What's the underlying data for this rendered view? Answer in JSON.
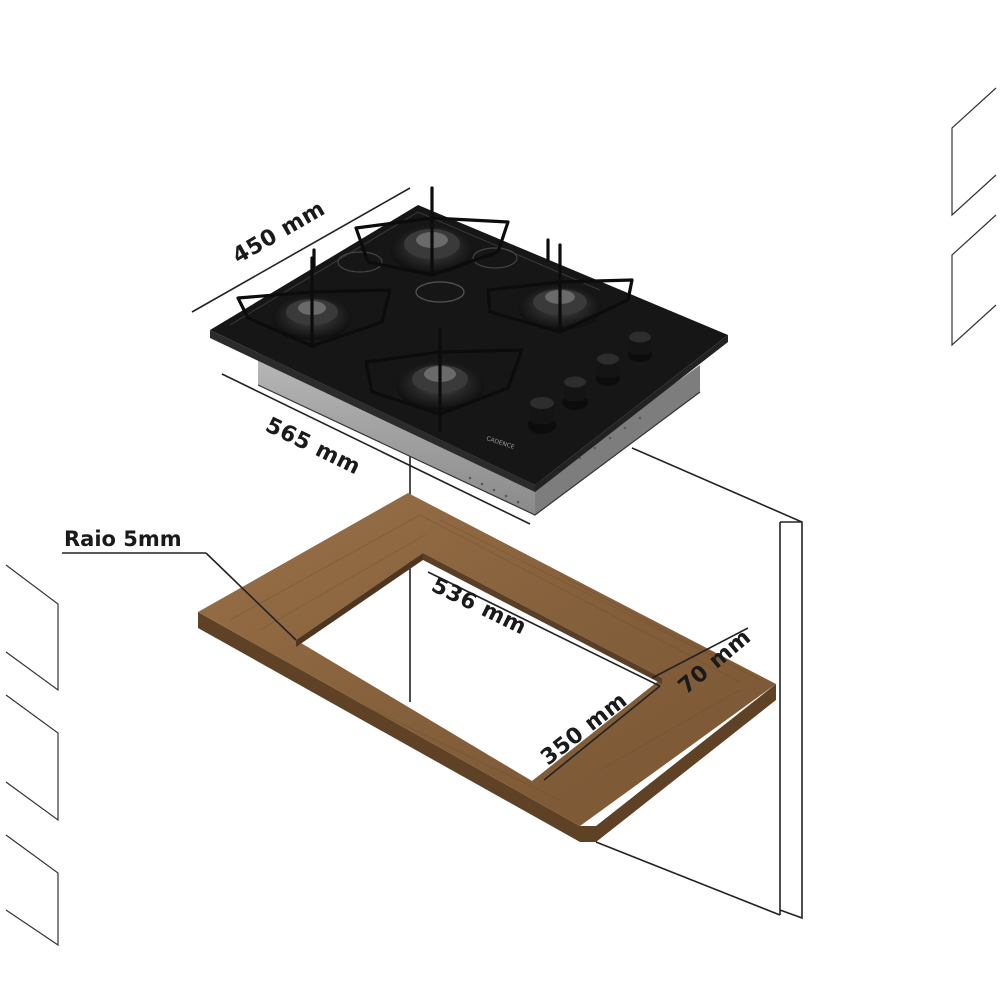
{
  "labels": {
    "depth": "450 mm",
    "width": "565 mm",
    "cutout_width": "536 mm",
    "cutout_depth": "350 mm",
    "border": "70 mm",
    "radius": "Raio 5mm",
    "brand": "CADENCE"
  },
  "colors": {
    "wood": "#8a6440",
    "wood_side": "#6e4d2e",
    "glass": "#151515",
    "steel": "#9c9c9c"
  },
  "icons": {
    "burners": [
      "burner-icon",
      "burner-icon",
      "burner-icon",
      "burner-icon"
    ],
    "knobs": [
      "knob-icon",
      "knob-icon",
      "knob-icon",
      "knob-icon"
    ]
  }
}
